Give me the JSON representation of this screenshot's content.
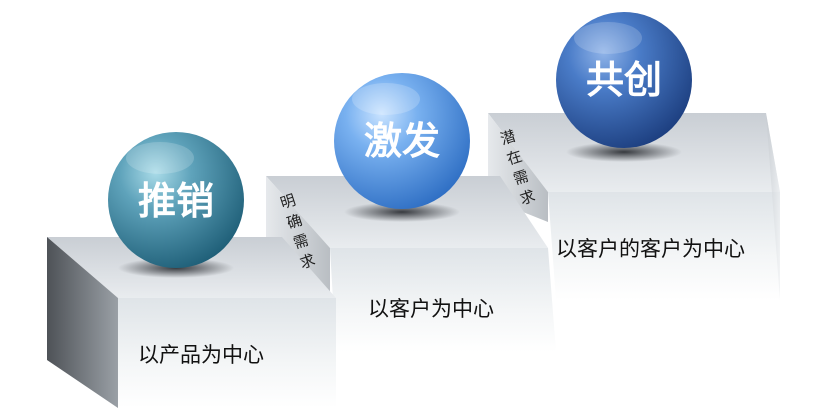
{
  "steps": [
    {
      "stage": "推销",
      "focus": "以产品为中心"
    },
    {
      "stage": "激发",
      "focus": "以客户为中心",
      "riser_label": "明确需求"
    },
    {
      "stage": "共创",
      "focus": "以客户的客户为中心",
      "riser_label": "潜在需求"
    }
  ],
  "colors": {
    "sphere_teal": "#3f8aa3",
    "sphere_light_blue": "#5f9fe6",
    "sphere_dark_blue": "#2f5fa8"
  }
}
